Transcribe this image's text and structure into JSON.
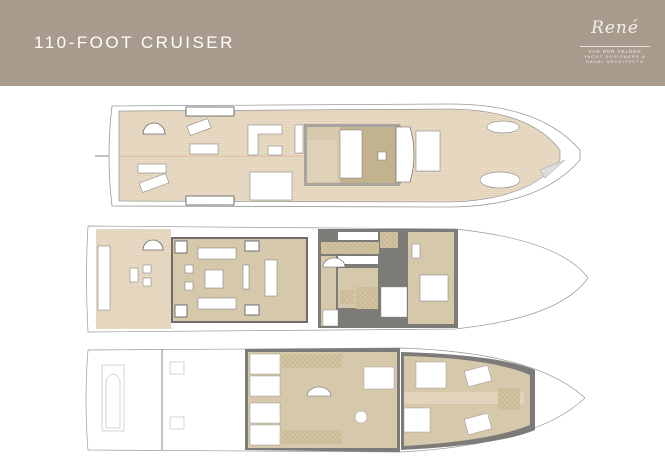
{
  "header": {
    "title": "110-FOOT CRUISER",
    "background_color": "#a89b8d"
  },
  "logo": {
    "script_name": "René",
    "name_line": "VAN DER VELDEN",
    "tagline_1": "YACHT DESIGNERS &",
    "tagline_2": "NAVAL ARCHITECTS"
  },
  "plans": {
    "decks": [
      "upper-deck",
      "main-deck",
      "lower-deck"
    ],
    "colors": {
      "teak": "#e6d6c0",
      "interior": "#d6c9ab",
      "tiled": "#c9b890",
      "structure": "#7d7b78",
      "hull_line": "#9a9a9a"
    }
  }
}
